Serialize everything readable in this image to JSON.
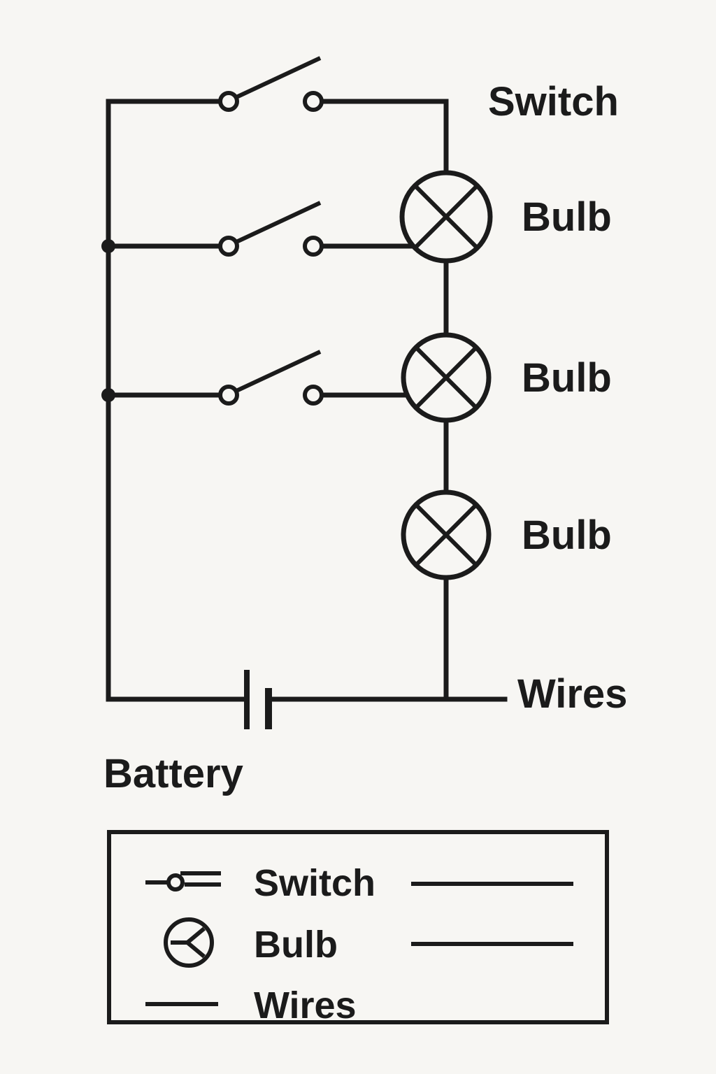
{
  "colors": {
    "background": "#f7f6f3",
    "line": "#1b1b1b",
    "text": "#1b1b1b"
  },
  "diagram": {
    "title": "series-parallel circuit schematic",
    "labels": {
      "switch": "Switch",
      "bulb1": "Bulb",
      "bulb2": "Bulb",
      "bulb3": "Bulb",
      "wires": "Wires",
      "battery": "Battery"
    },
    "components": {
      "switch_count": 3,
      "bulb_count": 3,
      "battery_count": 1
    }
  },
  "legend": {
    "items": [
      {
        "symbol": "switch-symbol",
        "label": "Switch"
      },
      {
        "symbol": "bulb-symbol",
        "label": "Bulb"
      },
      {
        "symbol": "wires-symbol",
        "label": "Wires"
      }
    ]
  }
}
